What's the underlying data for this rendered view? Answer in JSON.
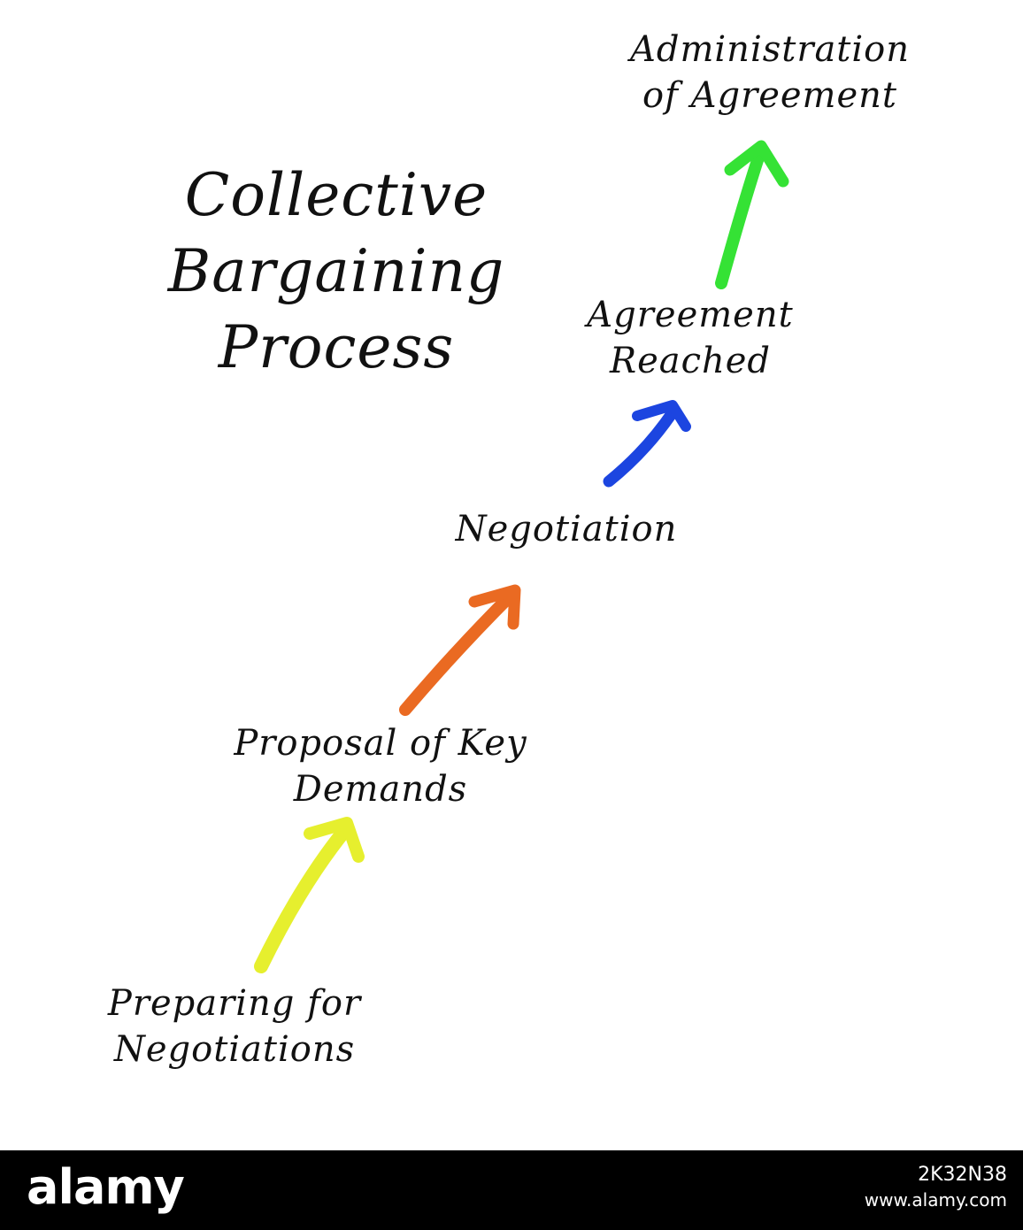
{
  "diagram": {
    "title_lines": [
      "Collective",
      "Bargaining",
      "Process"
    ],
    "steps": [
      {
        "lines": [
          "Preparing for",
          "Negotiations"
        ]
      },
      {
        "lines": [
          "Proposal of Key",
          "Demands"
        ]
      },
      {
        "lines": [
          "Negotiation"
        ]
      },
      {
        "lines": [
          "Agreement",
          "Reached"
        ]
      },
      {
        "lines": [
          "Administration",
          "of Agreement"
        ]
      }
    ],
    "arrow_colors": [
      "#e6ef2e",
      "#ea6a22",
      "#1c45e0",
      "#35e235"
    ]
  },
  "watermark": {
    "brand": "alamy",
    "image_code": "2K32N38",
    "site": "www.alamy.com"
  }
}
